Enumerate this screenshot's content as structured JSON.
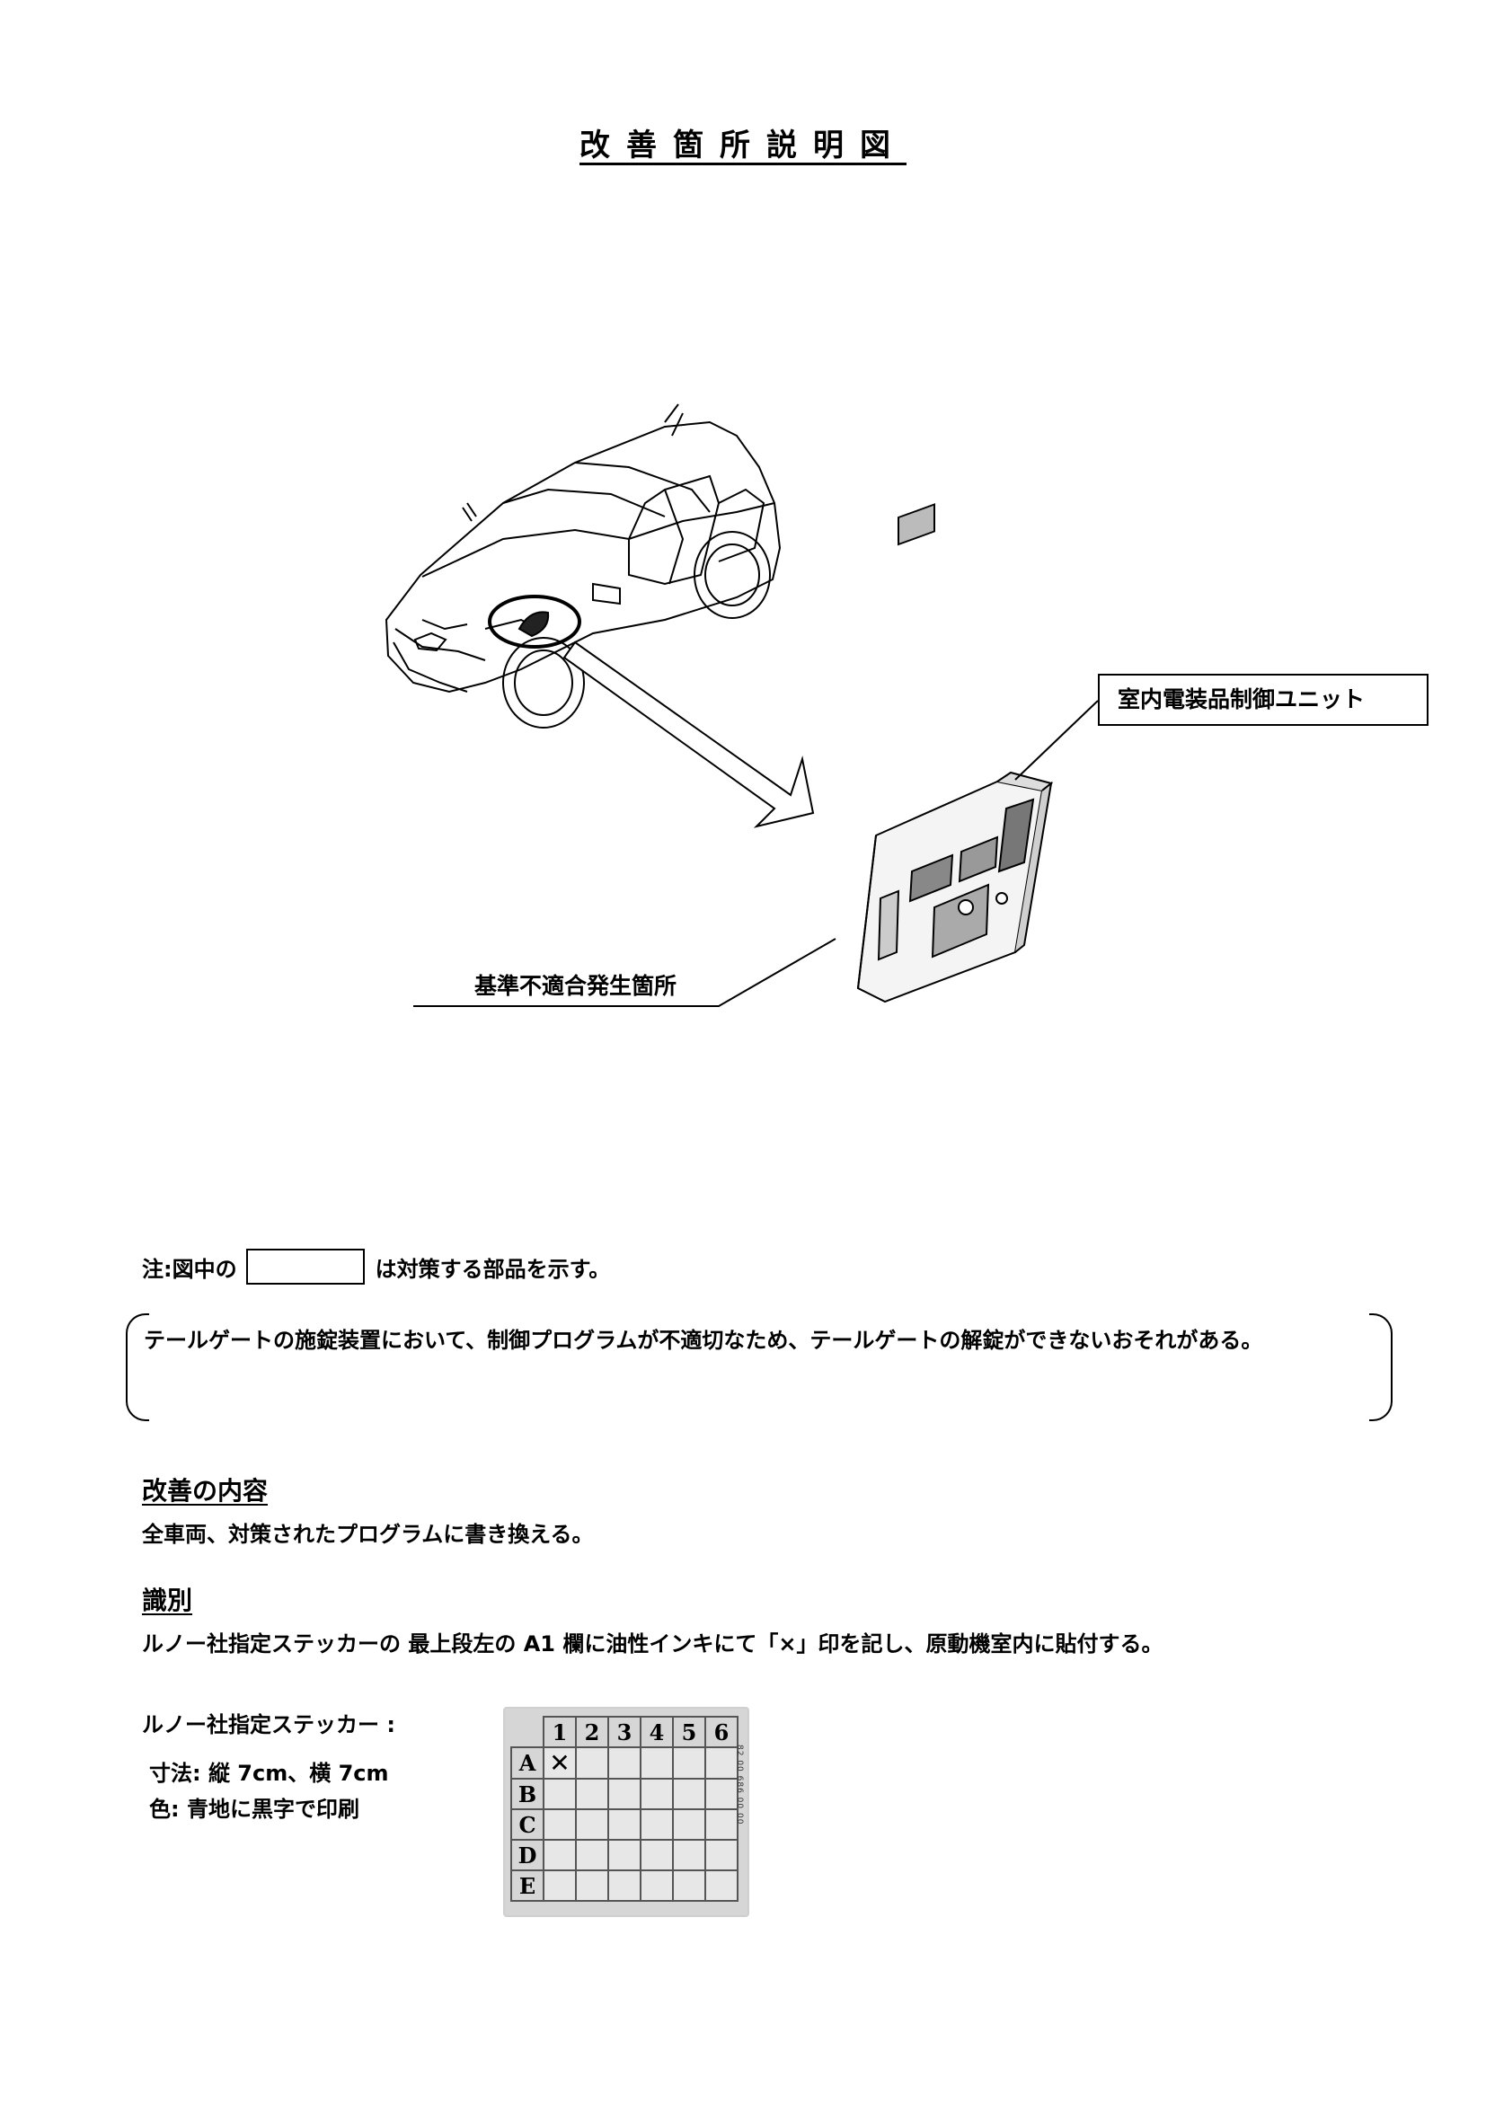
{
  "title": "改善箇所説明図",
  "labels": {
    "unit": "室内電装品制御ユニット",
    "defect_location": "基準不適合発生箇所"
  },
  "note": {
    "prefix": "注:図中の",
    "suffix": "は対策する部品を示す。"
  },
  "defect_description": "テールゲートの施錠装置において、制御プログラムが不適切なため、テールゲートの解錠ができないおそれがある。",
  "improvement": {
    "heading": "改善の内容",
    "text": "全車両、対策されたプログラムに書き換える。"
  },
  "identification": {
    "heading": "識別",
    "text": "ルノー社指定ステッカーの 最上段左の A1 欄に油性インキにて「×」印を記し、原動機室内に貼付する。"
  },
  "sticker": {
    "label": "ルノー社指定ステッカー :",
    "dimensions": "寸法: 縦 7cm、横 7cm",
    "color": "色: 青地に黒字で印刷",
    "columns": [
      "1",
      "2",
      "3",
      "4",
      "5",
      "6"
    ],
    "rows": [
      "A",
      "B",
      "C",
      "D",
      "E"
    ],
    "mark": "✕",
    "side_code": "82 00 686 00 00"
  },
  "icons": [
    "car-illustration",
    "control-unit-illustration",
    "callout-arrow"
  ]
}
